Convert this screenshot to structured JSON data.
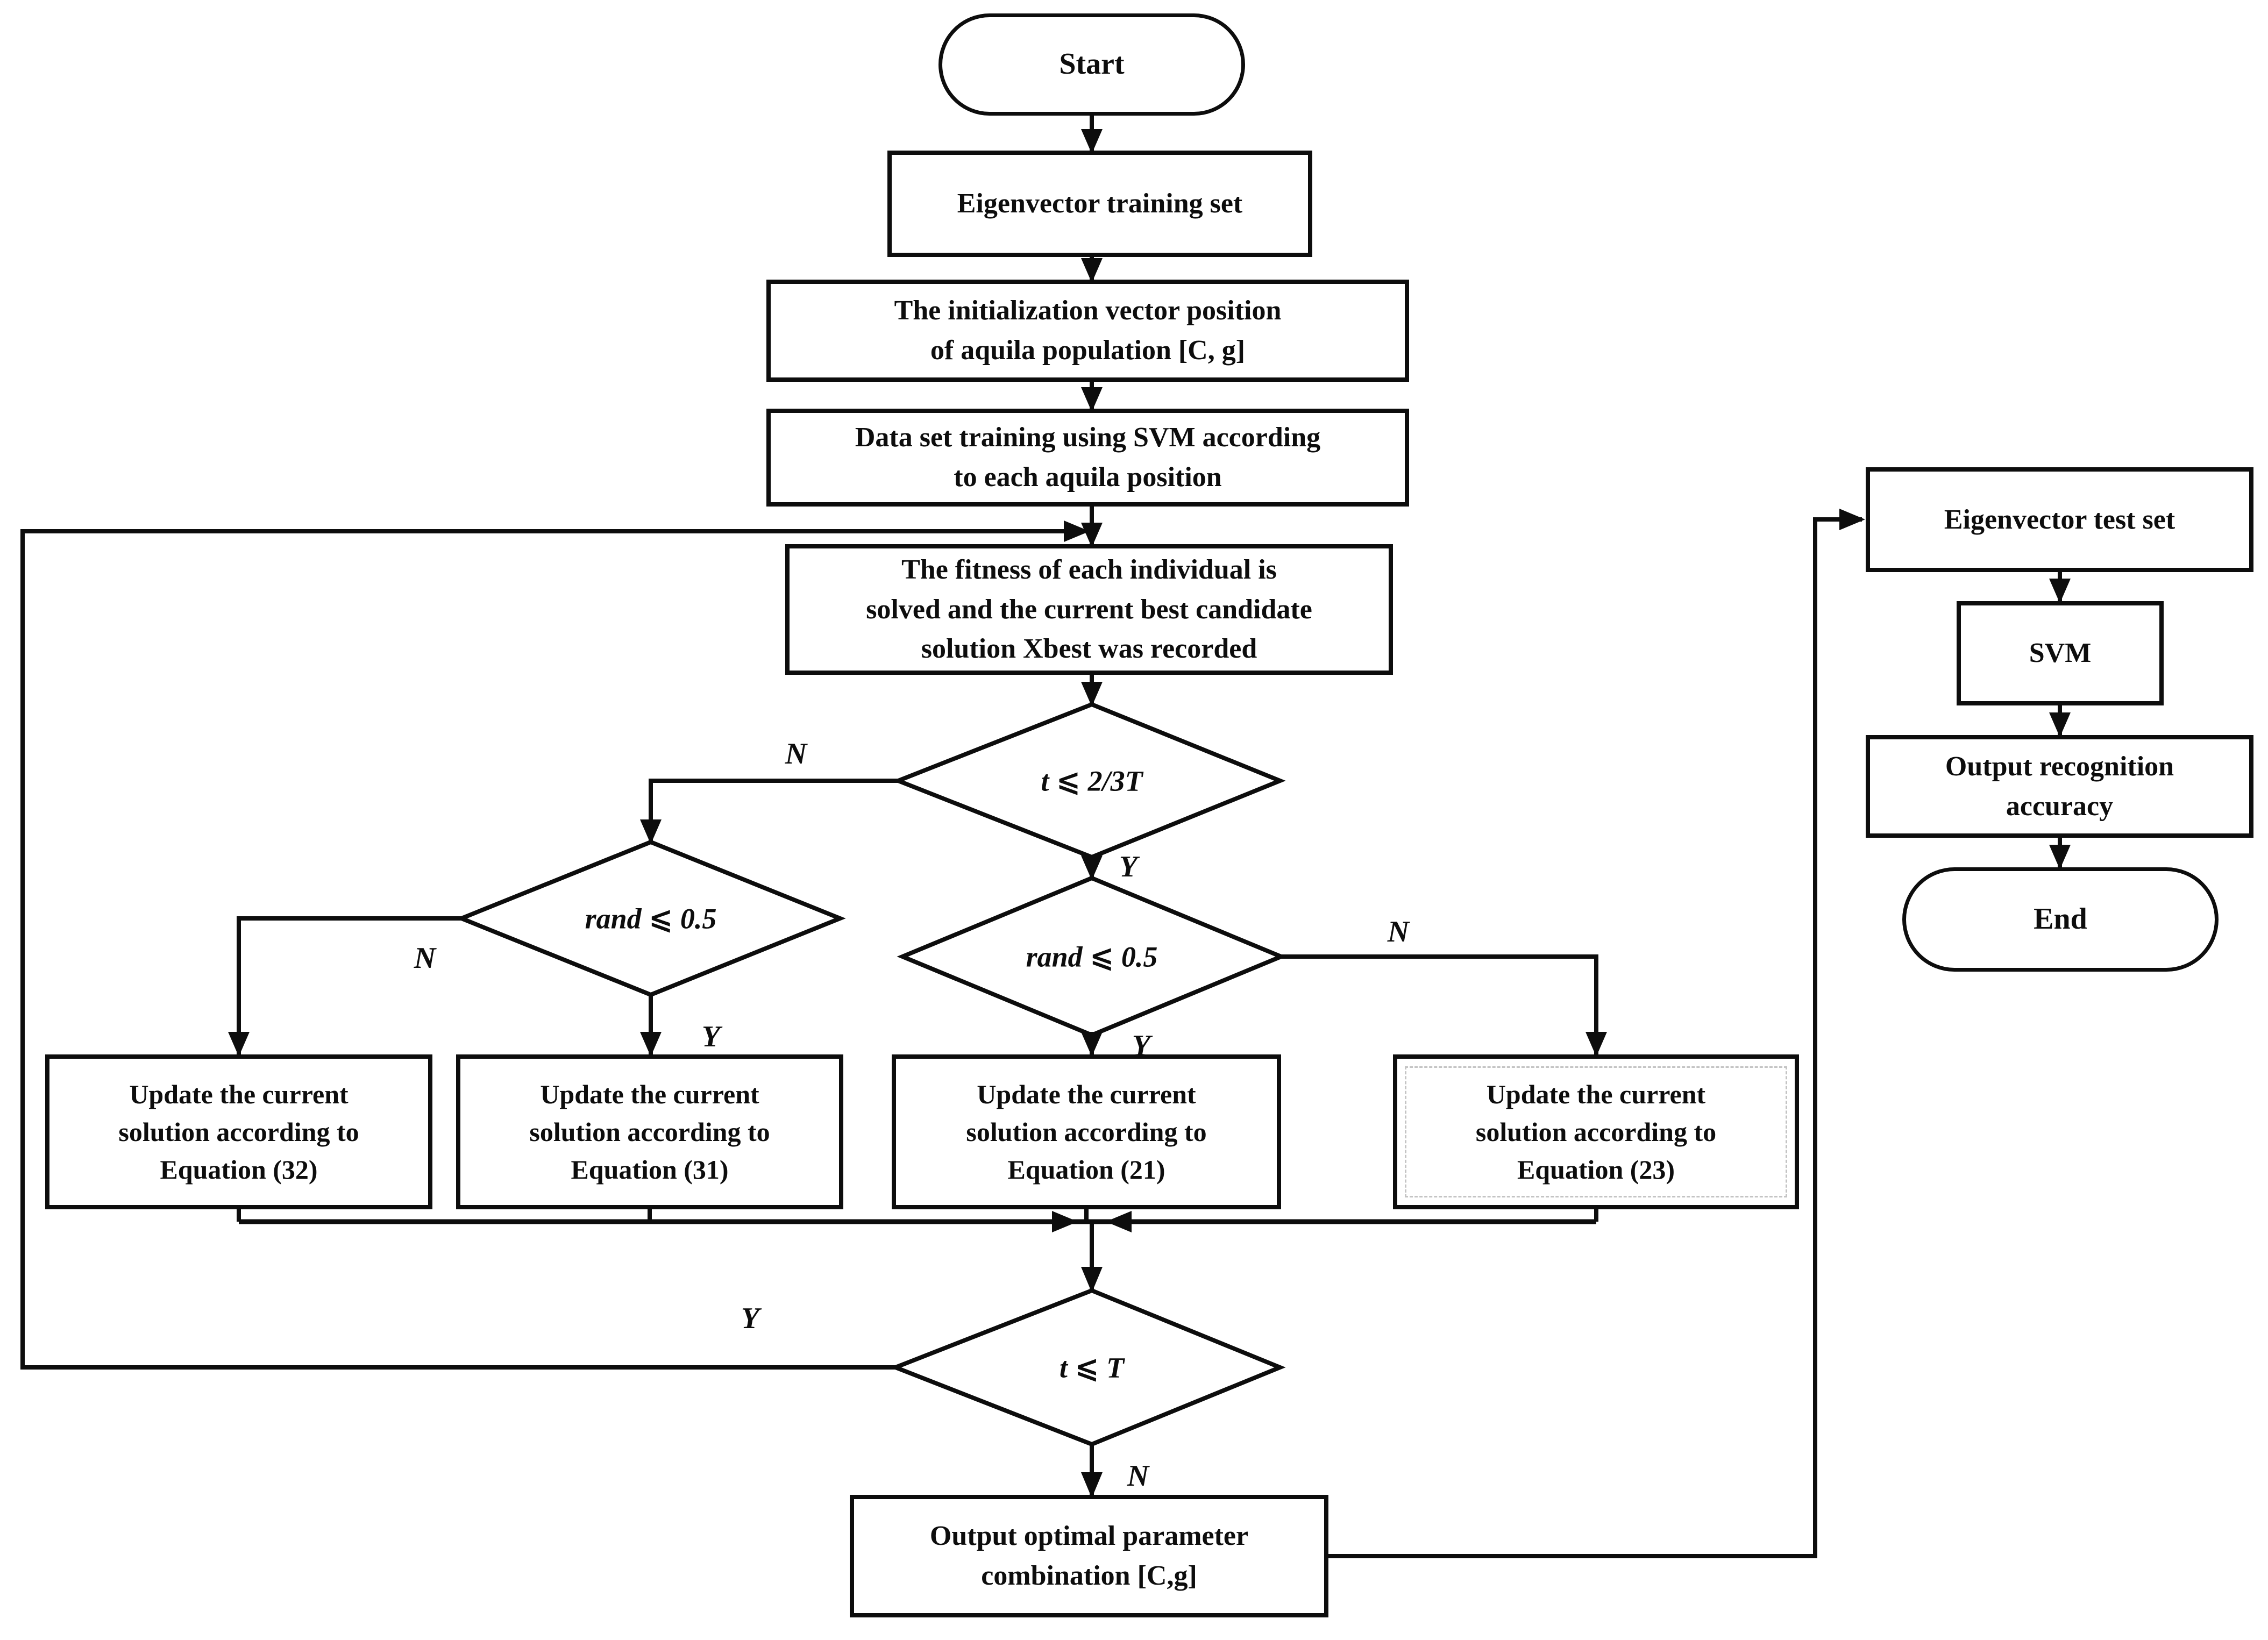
{
  "colors": {
    "ink": "#0d0d0d",
    "background": "#ffffff",
    "dashed_inner": "#c4c4c4"
  },
  "labels": {
    "yes": "Y",
    "no": "N"
  },
  "nodes": {
    "start": {
      "label": "Start"
    },
    "training_set": {
      "label": "Eigenvector training set"
    },
    "init_position": {
      "lines": [
        "The initialization vector position",
        "of aquila population [C, g]"
      ]
    },
    "svm_training": {
      "lines": [
        "Data set training using SVM according",
        "to each aquila position"
      ]
    },
    "fitness": {
      "lines": [
        "The fitness of each individual is",
        "solved and the current best candidate",
        "solution Xbest was recorded"
      ]
    },
    "cond_t_23T": {
      "label": "t ⩽ 2/3T"
    },
    "cond_rand_left": {
      "label": "rand ⩽ 0.5"
    },
    "cond_rand_right": {
      "label": "rand ⩽ 0.5"
    },
    "update_eq32": {
      "lines": [
        "Update the current",
        "solution according to",
        "Equation (32)"
      ]
    },
    "update_eq31": {
      "lines": [
        "Update the current",
        "solution according to",
        "Equation (31)"
      ]
    },
    "update_eq21": {
      "lines": [
        "Update the current",
        "solution according to",
        "Equation (21)"
      ]
    },
    "update_eq23": {
      "lines": [
        "Update the current",
        "solution according to",
        "Equation (23)"
      ]
    },
    "cond_t_T": {
      "label": "t ⩽ T"
    },
    "output_params": {
      "lines": [
        "Output optimal parameter",
        "combination [C,g]"
      ]
    },
    "test_set": {
      "label": "Eigenvector test set"
    },
    "svm": {
      "label": "SVM"
    },
    "output_accuracy": {
      "lines": [
        "Output recognition",
        "accuracy"
      ]
    },
    "end": {
      "label": "End"
    }
  }
}
